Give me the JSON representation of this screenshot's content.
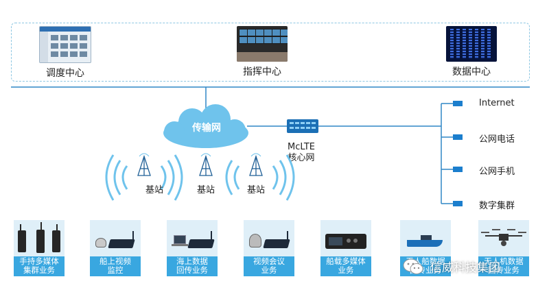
{
  "top_centers": [
    {
      "label": "调度中心",
      "image": "dispatch-screen"
    },
    {
      "label": "指挥中心",
      "image": "command-room"
    },
    {
      "label": "数据中心",
      "image": "server-racks"
    }
  ],
  "network": {
    "cloud_label": "传输网",
    "core_label_line1": "McLTE",
    "core_label_line2": "核心网"
  },
  "base_stations": [
    "基站",
    "基站",
    "基站"
  ],
  "external_networks": [
    "Internet",
    "公网电话",
    "公网手机",
    "数字集群"
  ],
  "services": [
    {
      "line1": "手持多媒体",
      "line2": "集群业务",
      "device": "handheld-radios"
    },
    {
      "line1": "船上视频",
      "line2": "监控",
      "device": "camera-modem"
    },
    {
      "line1": "海上数据",
      "line2": "回传业务",
      "device": "laptop-modem"
    },
    {
      "line1": "视频会议",
      "line2": "业务",
      "device": "conference-camera"
    },
    {
      "line1": "船载多媒体",
      "line2": "业务",
      "device": "vehicle-terminal"
    },
    {
      "line1": "无人船数据",
      "line2": "回传业务",
      "device": "unmanned-boat"
    },
    {
      "line1": "无人机数据",
      "line2": "回传业务",
      "device": "drone"
    }
  ],
  "watermark": {
    "text": "信威科技集团",
    "icon": "wechat-icon"
  },
  "colors": {
    "accent": "#39a7e0",
    "card_bg": "#dfeff8",
    "line": "#2f86c6",
    "cloud": "#6fc3ec",
    "frame_dash": "#8cc6e2",
    "icon_blue": "#1b7ecd"
  }
}
